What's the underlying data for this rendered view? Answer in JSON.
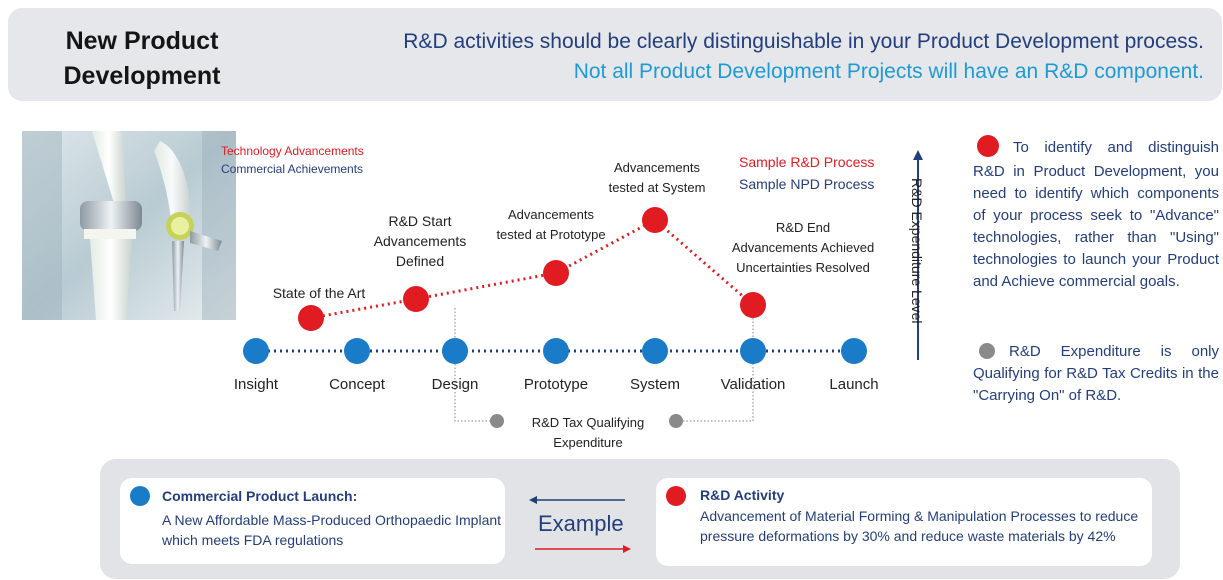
{
  "header": {
    "title": "New Product Development",
    "line1": "R&D activities should be clearly distinguishable in your Product Development process.",
    "line2": "Not all Product Development Projects will have an R&D component."
  },
  "legend_left": {
    "tech": "Technology Advancements",
    "commercial": "Commercial Achievements"
  },
  "legend_right": {
    "rd": "Sample R&D Process",
    "npd": "Sample NPD Process"
  },
  "rd_points": {
    "state": "State of the Art",
    "start": "R&D Start\nAdvancements\nDefined",
    "prototype": "Advancements\ntested at Prototype",
    "system": "Advancements\ntested at System",
    "end": "R&D End\nAdvancements Achieved\nUncertainties Resolved"
  },
  "stages": [
    "Insight",
    "Concept",
    "Design",
    "Prototype",
    "System",
    "Validation",
    "Launch"
  ],
  "qualifying": "R&D Tax Qualifying\nExpenditure",
  "axis_label": "R&D Expenditure Level",
  "side": {
    "p1": "To identify and distinguish R&D in Product Development, you need to identify which components of your process seek to \"Advance\" technologies, rather than \"Using\" technologies to launch your Product and Achieve commercial goals.",
    "p2": "R&D Expenditure is only Qualifying for R&D Tax Credits in the \"Carrying On\" of R&D."
  },
  "example": {
    "label": "Example",
    "left_head": "Commercial Product Launch:",
    "left_body": "A New Affordable Mass-Produced Orthopaedic Implant which meets FDA regulations",
    "right_head": "R&D Activity",
    "right_body": "Advancement of Material Forming & Manipulation Processes to reduce pressure deformations by 30% and reduce waste materials by 42%"
  },
  "colors": {
    "red": "#e11b22",
    "blue": "#1a7bc8",
    "gray": "#8a8a8a",
    "navy": "#233e7c",
    "cyan": "#1e9ad6"
  },
  "icons": {
    "photo": "orthopaedic-implant-photo"
  }
}
